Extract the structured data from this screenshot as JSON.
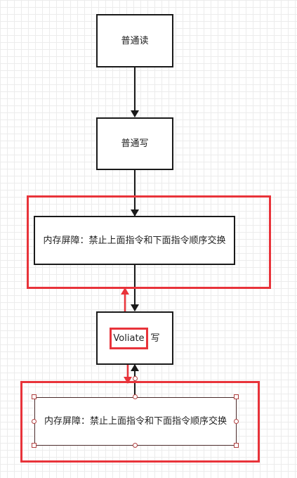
{
  "nodes": {
    "normal_read": "普通读",
    "normal_write": "普通写",
    "barrier_top": "内存屏障：禁止上面指令和下面指令顺序交换",
    "volatile_keyword": "Voliate",
    "volatile_suffix": "写",
    "barrier_bottom": "内存屏障：禁止上面指令和下面指令顺序交换"
  },
  "colors": {
    "line": "#1a1a1a",
    "highlight": "#e8333a",
    "grid": "#ececec",
    "handle_border": "#b24040"
  },
  "icons": {
    "arrow": "arrowhead",
    "resize_handle": "square-handle",
    "rotate_handle": "circle-handle"
  }
}
